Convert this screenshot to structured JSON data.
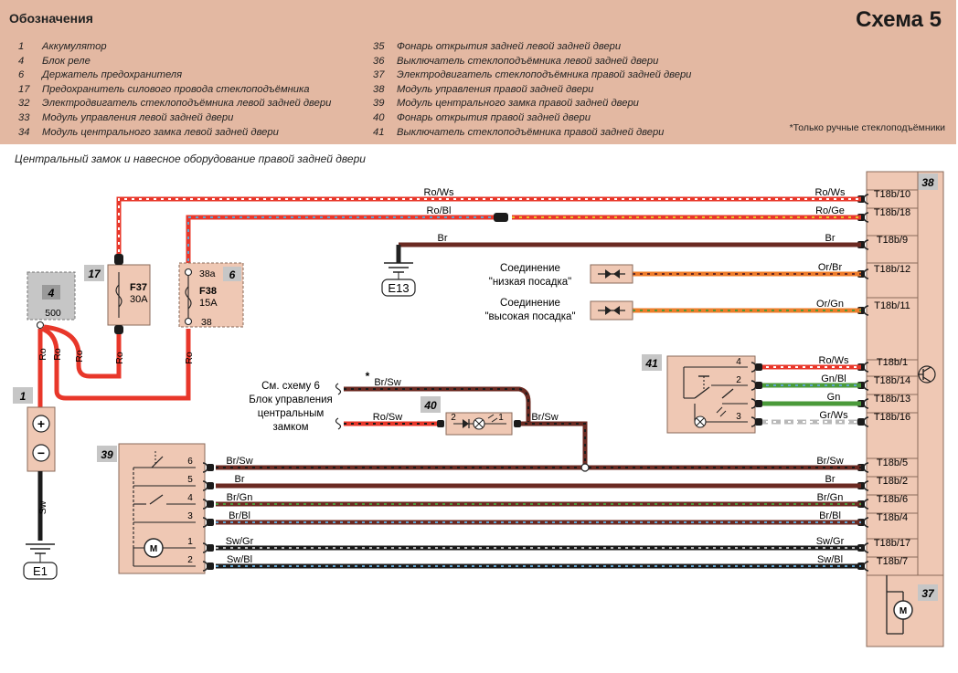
{
  "legend": {
    "title": "Обозначения",
    "scheme": "Схема 5",
    "note": "*Только ручные стеклоподъёмники",
    "left": [
      {
        "num": "1",
        "text": "Аккумулятор"
      },
      {
        "num": "4",
        "text": "Блок реле"
      },
      {
        "num": "6",
        "text": "Держатель предохранителя"
      },
      {
        "num": "17",
        "text": "Предохранитель силового провода стеклоподъёмника"
      },
      {
        "num": "32",
        "text": "Электродвигатель стеклоподъёмника левой задней двери"
      },
      {
        "num": "33",
        "text": "Модуль управления левой задней двери"
      },
      {
        "num": "34",
        "text": "Модуль центрального замка левой задней двери"
      }
    ],
    "right": [
      {
        "num": "35",
        "text": "Фонарь открытия задней левой задней двери"
      },
      {
        "num": "36",
        "text": "Выключатель стеклоподъёмника левой задней двери"
      },
      {
        "num": "37",
        "text": "Электродвигатель стеклоподъёмника правой задней двери"
      },
      {
        "num": "38",
        "text": "Модуль управления правой задней двери"
      },
      {
        "num": "39",
        "text": "Модуль центрального замка правой задней двери"
      },
      {
        "num": "40",
        "text": "Фонарь открытия правой задней двери"
      },
      {
        "num": "41",
        "text": "Выключатель стеклоподъёмника правой задней двери"
      }
    ]
  },
  "subtitle": "Центральный замок и навесное оборудование правой задней двери",
  "colors": {
    "ro": "#e8372a",
    "br": "#6b2a22",
    "black": "#1b1b1b",
    "or": "#ee7c2a",
    "gn": "#4a9a3a",
    "gr": "#b9b9b9",
    "bl": "#5fa3d0",
    "ws": "#ffffff",
    "ge": "#e8c22a",
    "box": "#efc8b4",
    "grey_box": "#c6c6c6"
  },
  "components": {
    "c1": "1",
    "c4": "4",
    "c6": "6",
    "c17": "17",
    "c37": "37",
    "c38": "38",
    "c39": "39",
    "c40": "40",
    "c41": "41",
    "relay_pin": "500",
    "f37": "F37",
    "f37_amp": "30A",
    "f38": "F38",
    "f38_amp": "15A",
    "f38_in": "38a",
    "f38_out": "38",
    "plus": "+",
    "minus": "−",
    "motor": "M"
  },
  "grounds": {
    "e13": "E13",
    "e1": "E1"
  },
  "notes": {
    "low_label": "Соединение",
    "low_value": "\"низкая посадка\"",
    "high_label": "Соединение",
    "high_value": "\"высокая посадка\"",
    "see_line1": "См. схему 6",
    "see_line2": "Блок управления",
    "see_line3": "центральным",
    "see_line4": "замком",
    "asterisk": "*"
  },
  "wires": {
    "ro_ws": "Ro/Ws",
    "ro_bl": "Ro/Bl",
    "ro_ge": "Ro/Ge",
    "br": "Br",
    "or_br": "Or/Br",
    "or_gn": "Or/Gn",
    "gn_bl": "Gn/Bl",
    "gn": "Gn",
    "gr_ws": "Gr/Ws",
    "br_sw": "Br/Sw",
    "ro_sw": "Ro/Sw",
    "br_gn": "Br/Gn",
    "br_bl": "Br/Bl",
    "sw_gr": "Sw/Gr",
    "sw_bl": "Sw/Bl",
    "sw": "Sw",
    "ro": "Ro"
  },
  "pins38": [
    "T18b/10",
    "T18b/18",
    "T18b/9",
    "T18b/12",
    "T18b/11",
    "T18b/1",
    "T18b/14",
    "T18b/13",
    "T18b/16",
    "T18b/5",
    "T18b/2",
    "T18b/6",
    "T18b/4",
    "T18b/17",
    "T18b/7"
  ],
  "pins39": [
    "6",
    "5",
    "4",
    "3",
    "1",
    "2"
  ],
  "pins40": [
    "2",
    "1"
  ],
  "pins41": [
    "4",
    "2",
    "",
    "3"
  ]
}
